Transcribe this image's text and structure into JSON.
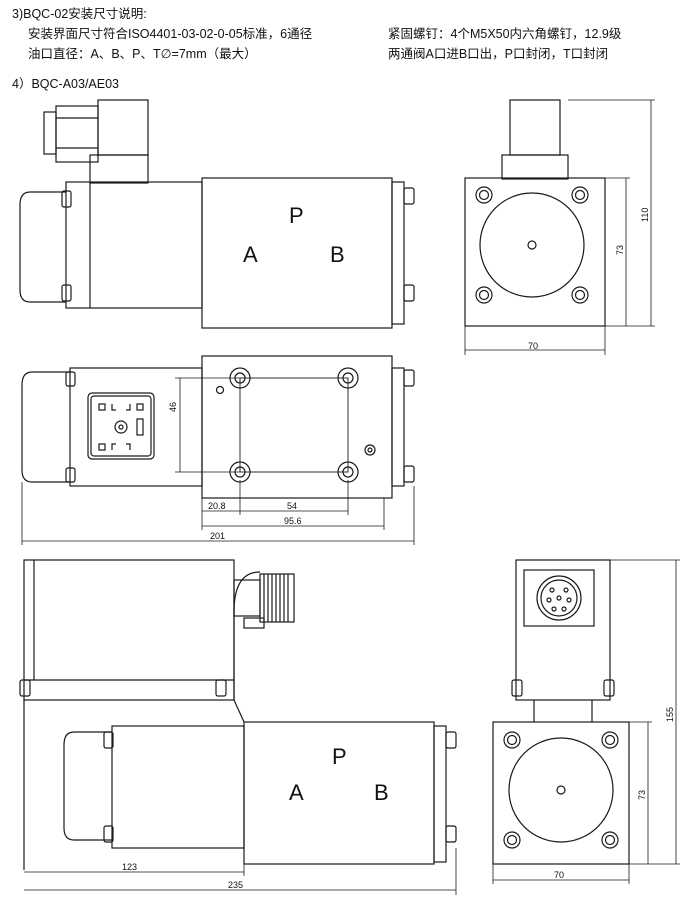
{
  "header": {
    "line1_left": "3)BQC-02安装尺寸说明:",
    "line2_left": "安装界面尺寸符合ISO4401-03-02-0-05标准，6通径",
    "line3_left": "油口直径：A、B、P、T∅=7mm（最大）",
    "line2_right": "紧固螺钉：4个M5X50内六角螺钉，12.9级",
    "line3_right": "两通阀A口进B口出，P口封闭，T口封闭",
    "section_title": "4）BQC-A03/AE03"
  },
  "ports": {
    "a": "A",
    "b": "B",
    "p": "P"
  },
  "dimensions": {
    "side_width_top": "70",
    "side_height_inner_top": "73",
    "side_height_outer_top": "110",
    "pitch_vertical": "46",
    "offset_left": "20.8",
    "pitch_horizontal": "54",
    "body_length": "95.6",
    "overall_length": "201",
    "coil_length": "123",
    "overall_length_bottom": "235",
    "side_width_bottom": "70",
    "side_height_inner_bottom": "73",
    "side_height_outer_bottom": "155"
  },
  "colors": {
    "line": "#1a1a1a",
    "background": "#ffffff"
  }
}
